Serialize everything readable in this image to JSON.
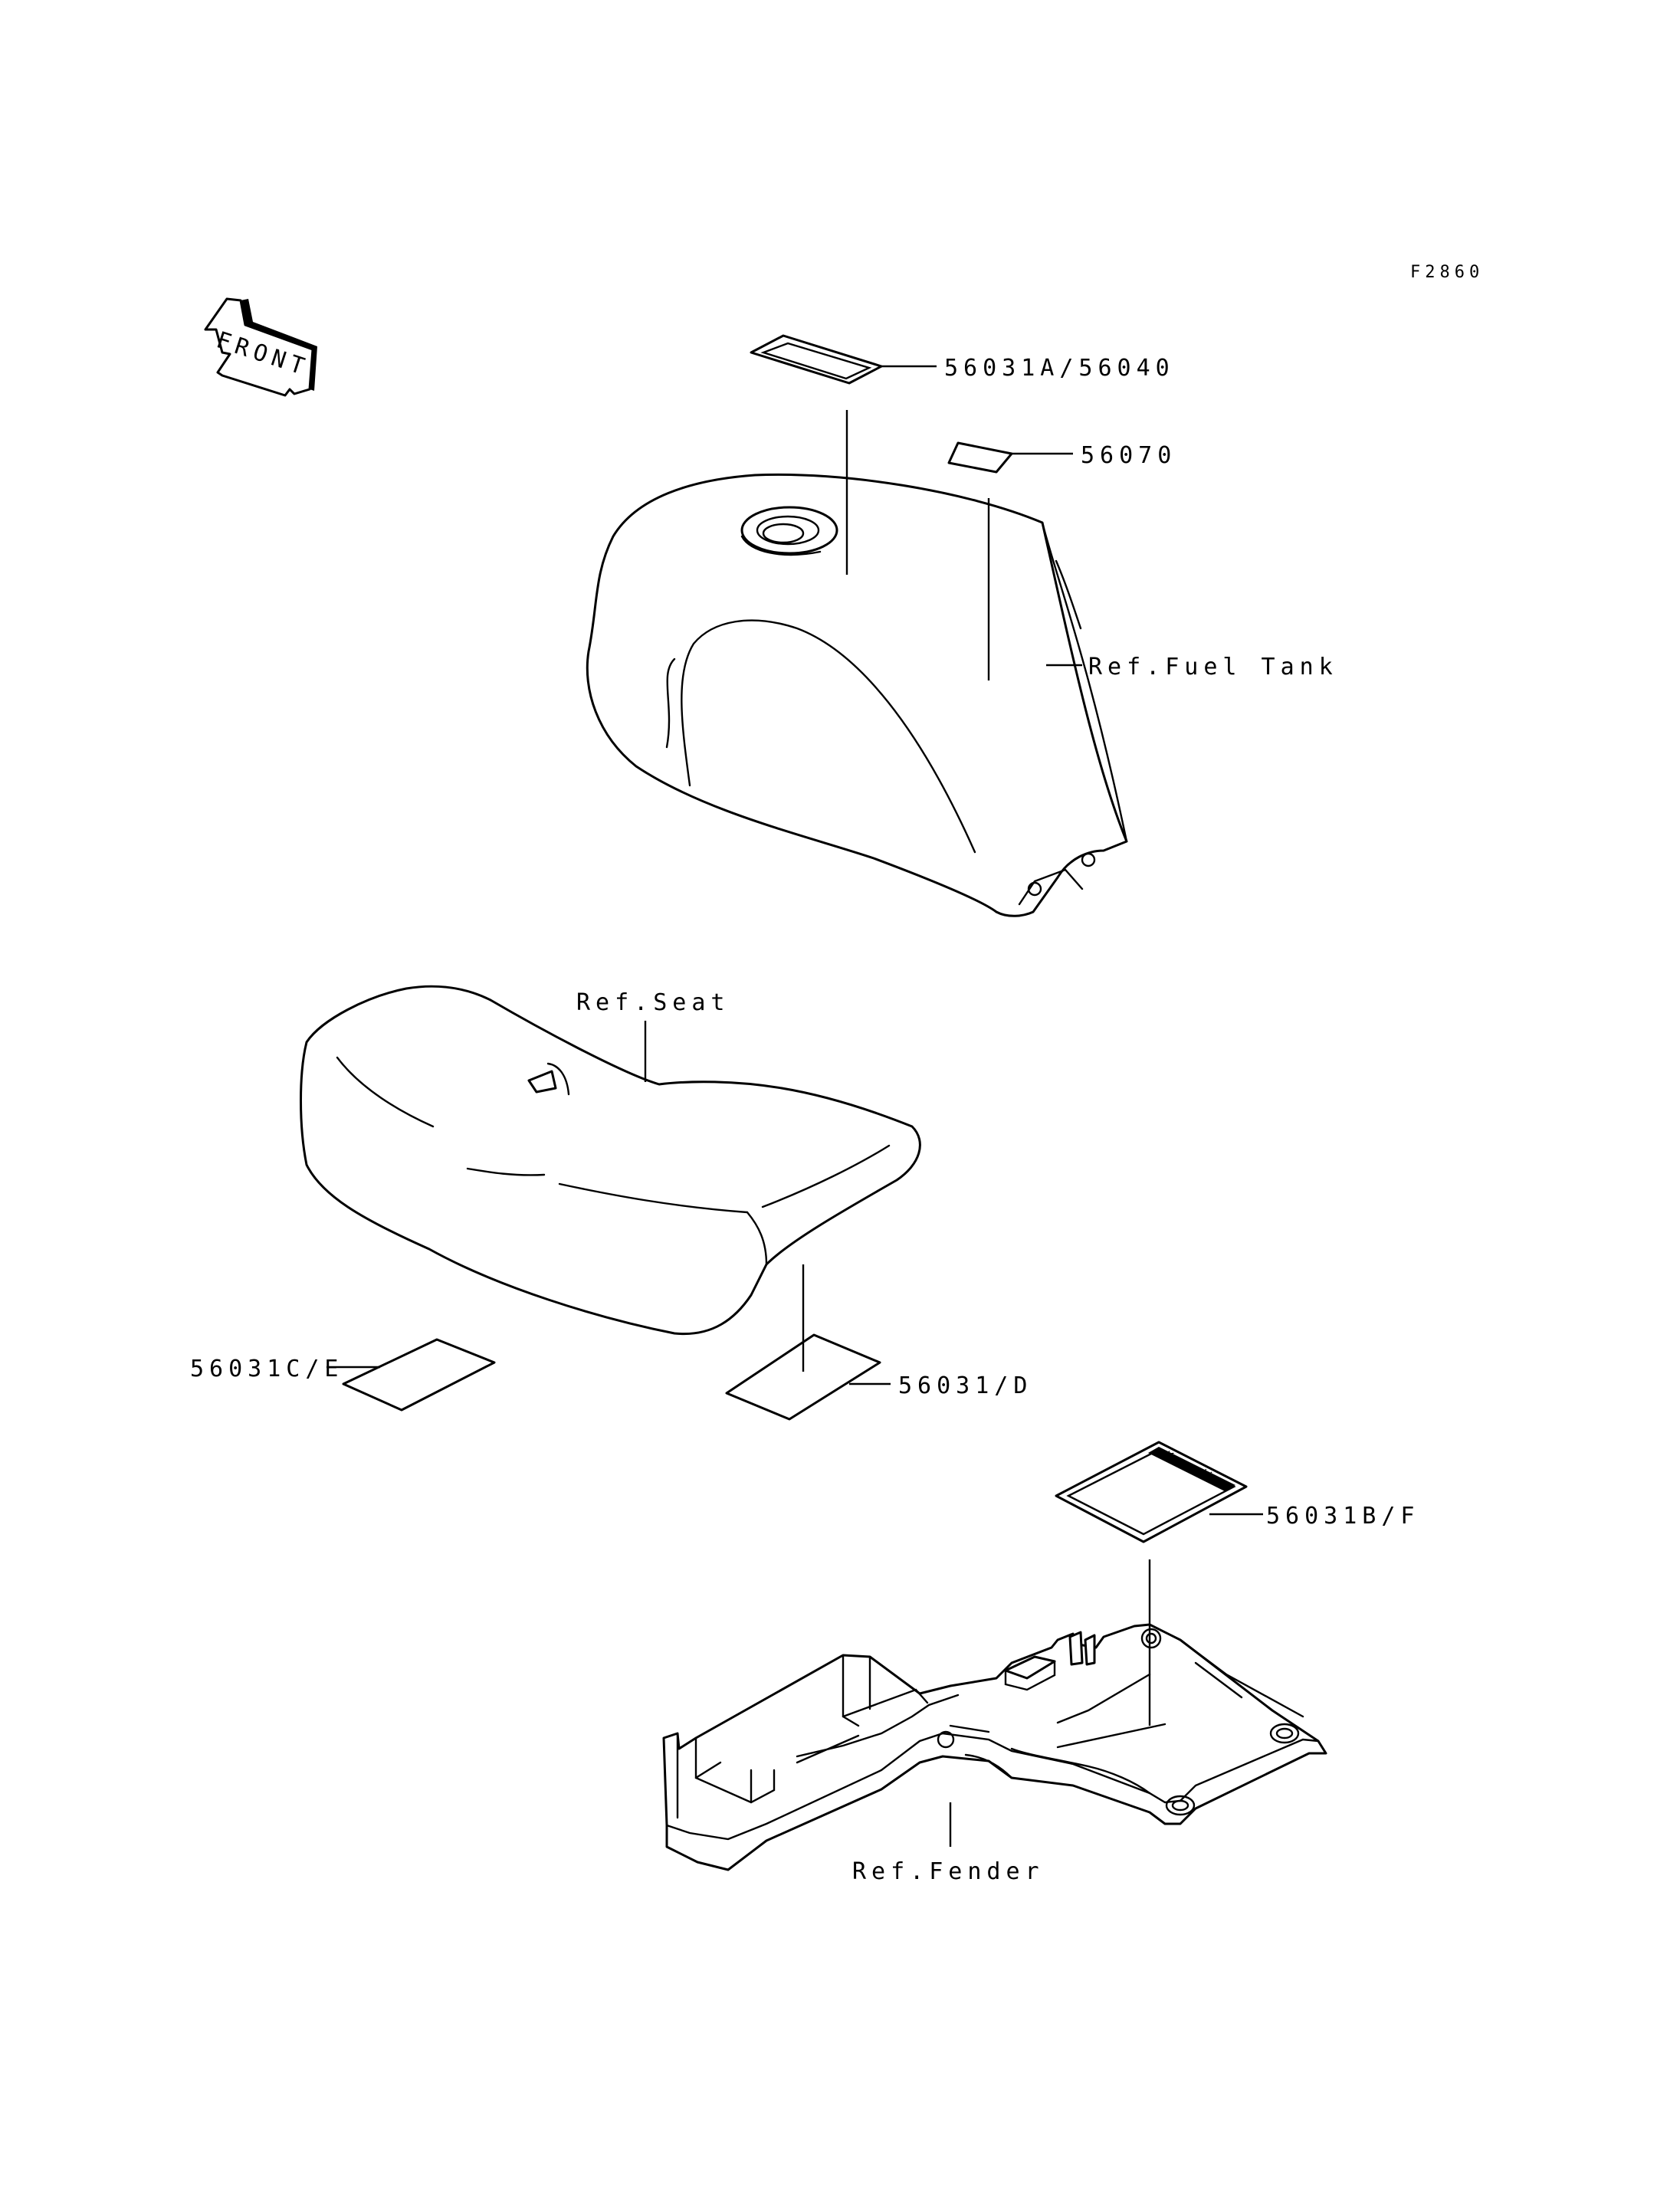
{
  "figure_code": "F2860",
  "front_arrow_label": "FRONT",
  "labels": {
    "decal_fuel_tank_main": "56031A/56040",
    "decal_fuel_tank_small": "56070",
    "ref_fuel_tank": "Ref.Fuel Tank",
    "ref_seat": "Ref.Seat",
    "decal_seat_left": "56031C/E",
    "decal_seat_right": "56031/D",
    "decal_fender": "56031B/F",
    "ref_fender": "Ref.Fender"
  }
}
